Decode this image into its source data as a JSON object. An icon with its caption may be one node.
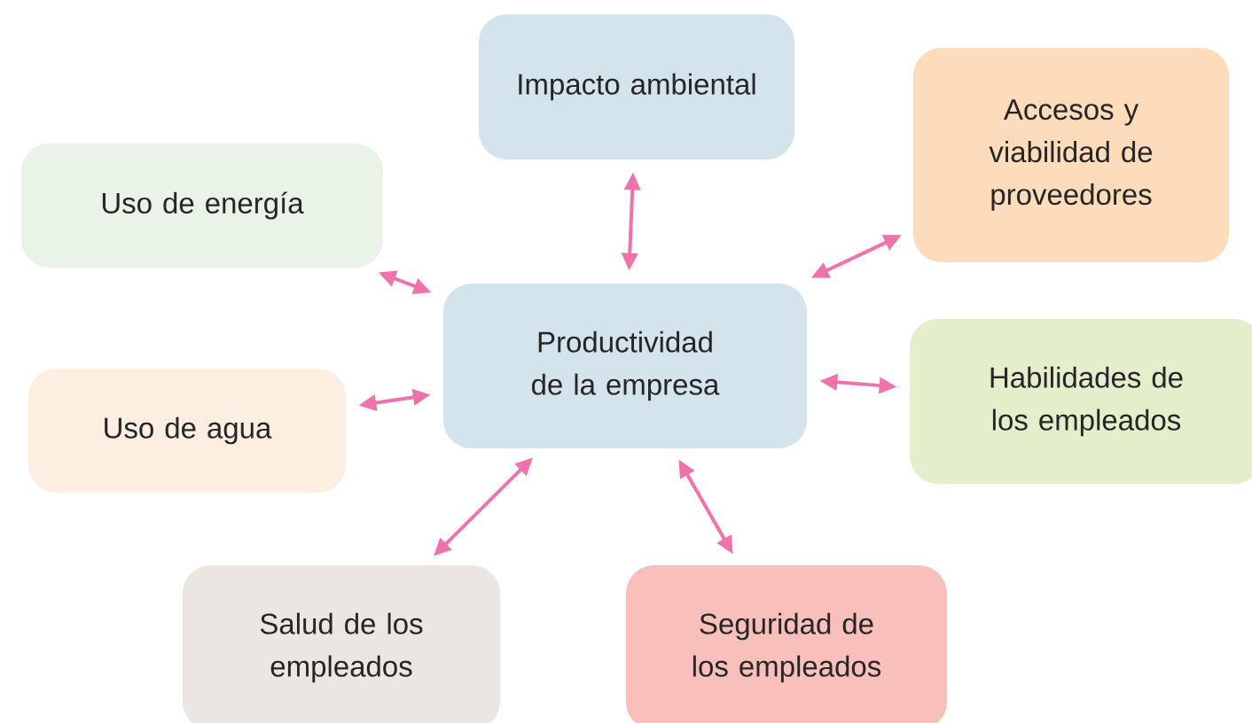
{
  "diagram": {
    "nodes": [
      {
        "text": [
          "Productividad de la empresa"
        ]
      },
      {
        "text": [
          "Impacto ambiental"
        ]
      },
      {
        "text": [
          "Uso de energía"
        ]
      },
      {
        "text": [
          "Accesos y viabilidad de proveedores"
        ]
      },
      {
        "text": [
          "Habilidades de los empleados"
        ]
      },
      {
        "text": [
          "Uso de agua"
        ]
      },
      {
        "text": [
          "Salud de los empleados"
        ]
      },
      {
        "text": [
          "Seguridad de los empleados"
        ]
      }
    ],
    "edges": [
      {
        "from": 0,
        "to": 1,
        "arrow": "both"
      },
      {
        "from": 0,
        "to": 2,
        "arrow": "both"
      },
      {
        "from": 0,
        "to": 3,
        "arrow": "both"
      },
      {
        "from": 0,
        "to": 4,
        "arrow": "both"
      },
      {
        "from": 0,
        "to": 5,
        "arrow": "both"
      },
      {
        "from": 0,
        "to": 6,
        "arrow": "both"
      },
      {
        "from": 0,
        "to": 7,
        "arrow": "both"
      }
    ]
  }
}
